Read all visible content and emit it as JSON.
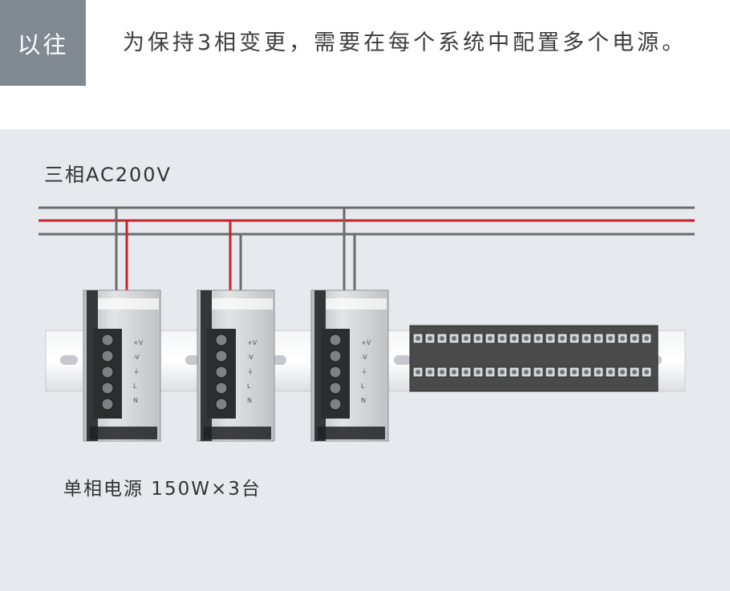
{
  "header": {
    "tag": "以往",
    "headline": "为保持3相变更，需要在每个系统中配置多个电源。"
  },
  "diagram": {
    "supply_label": "三相AC200V",
    "psu_label": "单相电源 150W×3台",
    "psu_terminal_marks": [
      "+V",
      "-V",
      "⏚",
      "L",
      "N"
    ],
    "terminal_block_pairs": 20
  },
  "colors": {
    "tag_bg": "#818a91",
    "panel_bg": "#e6e9ed",
    "phase_line": "#6b6b6b",
    "live_line": "#c8222c",
    "psu_body": "#cfd1d3",
    "terminal_block": "#4a4a4a"
  }
}
